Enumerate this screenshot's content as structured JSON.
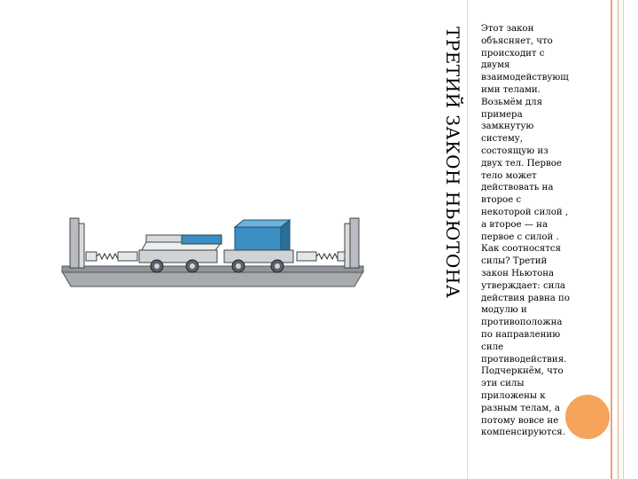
{
  "slide": {
    "title": "ТРЕТИЙ ЗАКОН НЬЮТОНА",
    "body_lines": [
      "Этот закон",
      "объясняет, что",
      "происходит с",
      "двумя",
      "взаимодействующ",
      "ими телами.",
      "Возьмём для",
      "примера",
      "замкнутую",
      "систему,",
      "состоящую из",
      "двух тел. Первое",
      "тело может",
      "действовать на",
      "второе с",
      "некоторой силой ,",
      "а второе — на",
      "первое с силой .",
      "Как соотносятся",
      "силы? Третий",
      "закон Ньютона",
      "утверждает: сила",
      "действия равна по",
      "модулю и",
      "противоположна",
      "по направлению",
      "силе",
      "противодействия.",
      "Подчеркнём, что",
      "эти силы",
      "приложены к",
      "разным телам, а",
      "потому вовсе не",
      "компенсируются."
    ]
  },
  "colors": {
    "accent_orange": "#f6a35b",
    "stripe_orange": "#f0a070",
    "cart_blue": "#3b8fc2",
    "cart_gray": "#cfd3d6",
    "track_gray": "#9aa0a6"
  },
  "icons": [
    "carts-on-track-illustration"
  ]
}
